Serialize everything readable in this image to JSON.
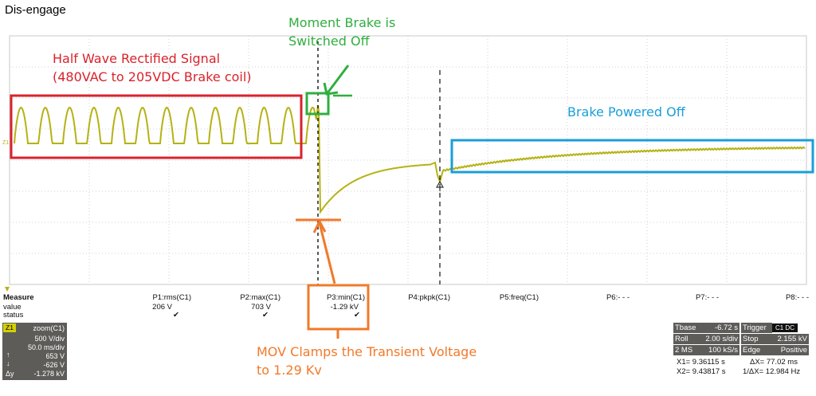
{
  "page_title": "Dis-engage",
  "annotations": {
    "half_wave_line1": "Half Wave Rectified Signal",
    "half_wave_line2": "(480VAC to 205VDC Brake coil)",
    "moment_line1": "Moment Brake is",
    "moment_line2": "Switched Off",
    "brake_off": "Brake Powered Off",
    "mov_line1": "MOV Clamps the Transient Voltage",
    "mov_line2": "to 1.29 Kv"
  },
  "colors": {
    "trace": "#b5b214",
    "red_box": "#d9222c",
    "green_box": "#2fae3f",
    "blue_box": "#1a9ed8",
    "orange": "#f07a2a",
    "grid": "#c9c9c9"
  },
  "channel_marker": "Z1",
  "measure": {
    "row_labels": {
      "measure": "Measure",
      "value": "value",
      "status": "status"
    },
    "params": [
      {
        "name": "P1:rms(C1)",
        "value": "206 V",
        "status": "✔"
      },
      {
        "name": "P2:max(C1)",
        "value": "703 V",
        "status": "✔"
      },
      {
        "name": "P3:min(C1)",
        "value": "-1.29 kV",
        "status": "✔"
      },
      {
        "name": "P4:pkpk(C1)",
        "value": "",
        "status": ""
      },
      {
        "name": "P5:freq(C1)",
        "value": "",
        "status": ""
      },
      {
        "name": "P6:- - -",
        "value": "",
        "status": ""
      },
      {
        "name": "P7:- - -",
        "value": "",
        "status": ""
      },
      {
        "name": "P8:- - -",
        "value": "",
        "status": ""
      }
    ]
  },
  "zoom_panel": {
    "tag": "Z1",
    "title": "zoom(C1)",
    "vdiv": "500 V/div",
    "tdiv": "50.0 ms/div",
    "up": "653 V",
    "down": "-626 V",
    "delta_label": "Δy",
    "delta": "-1.278 kV"
  },
  "timebase_panel": {
    "tbase_label": "Tbase",
    "tbase": "-6.72 s",
    "trigger_label": "Trigger",
    "trigger_badge": "C1 DC",
    "roll_label": "Roll",
    "roll": "2.00 s/div",
    "stop_label": "Stop",
    "stop": "2.155 kV",
    "ms_label": "2 MS",
    "rate": "100 kS/s",
    "edge_label": "Edge",
    "edge": "Positive"
  },
  "cursor_readout": {
    "x1": "X1= 9.36115 s",
    "dx": "ΔX= 77.02 ms",
    "x2": "X2= 9.43817 s",
    "inv_dx": "1/ΔX= 12.984 Hz"
  }
}
